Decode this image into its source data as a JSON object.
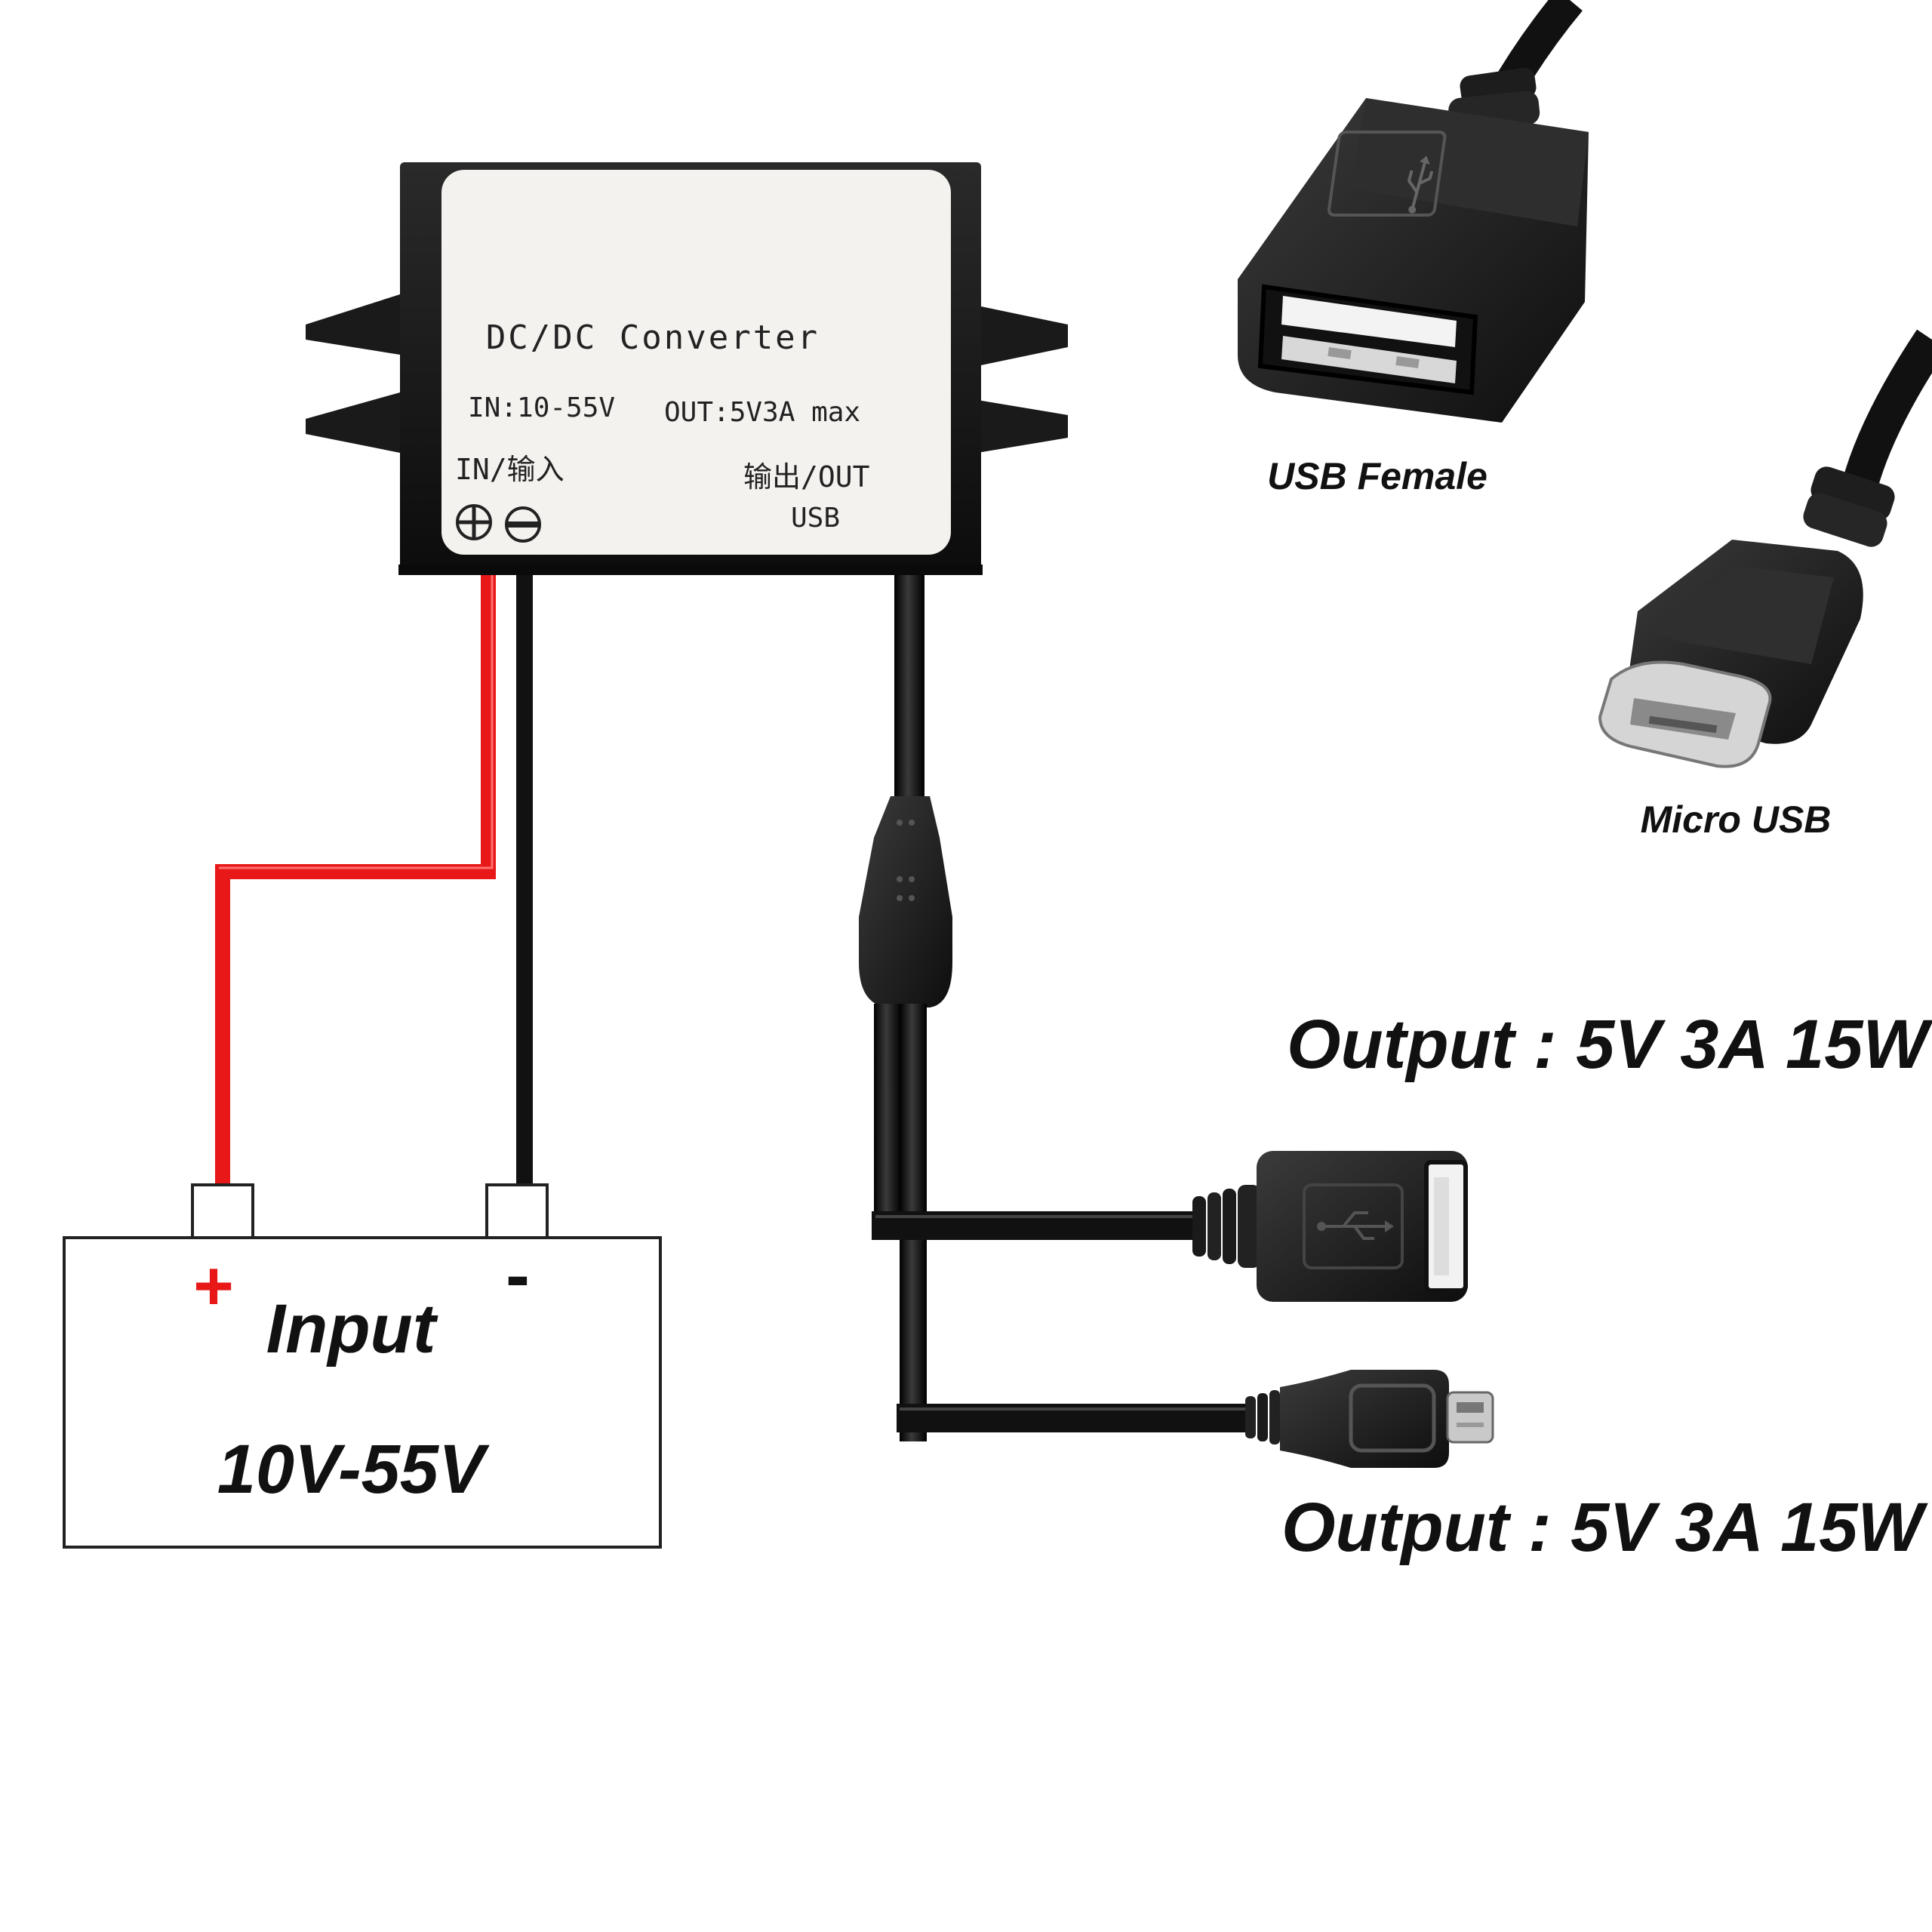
{
  "converter": {
    "title": "DC/DC Converter",
    "input_spec": "IN:10-55V",
    "output_spec": "OUT:5V3A max",
    "input_label": "IN/输入",
    "output_label": "输出/OUT",
    "output_type": "USB"
  },
  "connectors": {
    "usb_female_label": "USB Female",
    "micro_usb_label": "Micro USB"
  },
  "outputs": {
    "usb_female_output": "Output : 5V 3A 15W",
    "micro_usb_output": "Output : 5V 3A 15W"
  },
  "input_box": {
    "plus": "+",
    "minus": "-",
    "title": "Input",
    "range": "10V-55V"
  },
  "colors": {
    "positive_wire": "#e81818",
    "negative_wire": "#111111",
    "converter_body": "#1a1a1a",
    "label_plate": "#f4f2ee"
  },
  "icons": [
    "usb-symbol-icon",
    "plus-terminal-icon",
    "minus-terminal-icon"
  ]
}
